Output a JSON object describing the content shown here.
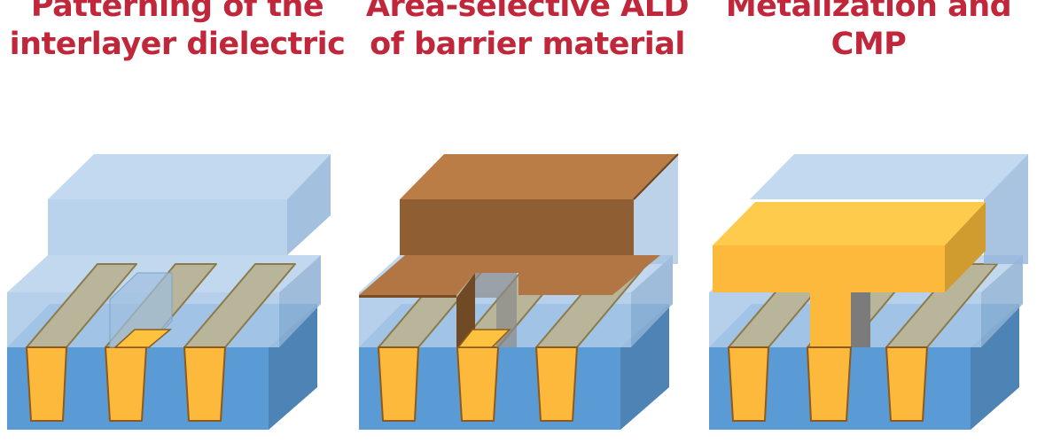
{
  "steps": [
    {
      "title_line1": "Patterning of the",
      "title_line2": "interlayer dielectric"
    },
    {
      "title_line1": "Area-selective ALD",
      "title_line2": "of barrier material"
    },
    {
      "title_line1": "Metalization and",
      "title_line2": "CMP"
    }
  ],
  "colors": {
    "title_red": "#c0273a",
    "substrate_blue": "#5b9bd5",
    "dielectric_light_blue": "#b9d4ee",
    "copper_line_yellow": "#fdb93b",
    "barrier_brown": "#b97d45",
    "metal_fill_yellow": "#ffc94a"
  }
}
